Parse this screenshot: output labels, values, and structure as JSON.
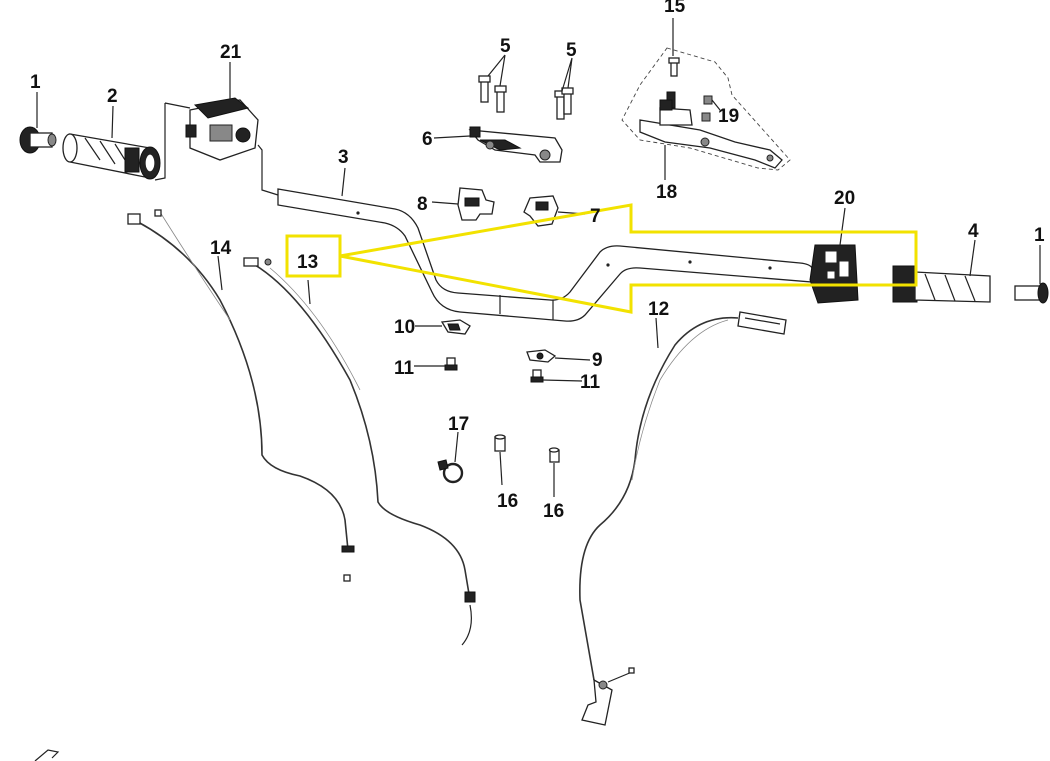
{
  "diagram": {
    "labels": {
      "l1a": "1",
      "l1b": "1",
      "l2": "2",
      "l3": "3",
      "l4": "4",
      "l5a": "5",
      "l5b": "5",
      "l6": "6",
      "l7": "7",
      "l8": "8",
      "l9": "9",
      "l10": "10",
      "l11a": "11",
      "l11b": "11",
      "l12": "12",
      "l13": "13",
      "l14": "14",
      "l15": "15",
      "l16a": "16",
      "l16b": "16",
      "l17": "17",
      "l18": "18",
      "l19": "19",
      "l20": "20",
      "l21": "21"
    },
    "highlight": {
      "label": "13",
      "color": "#f2e200"
    }
  }
}
